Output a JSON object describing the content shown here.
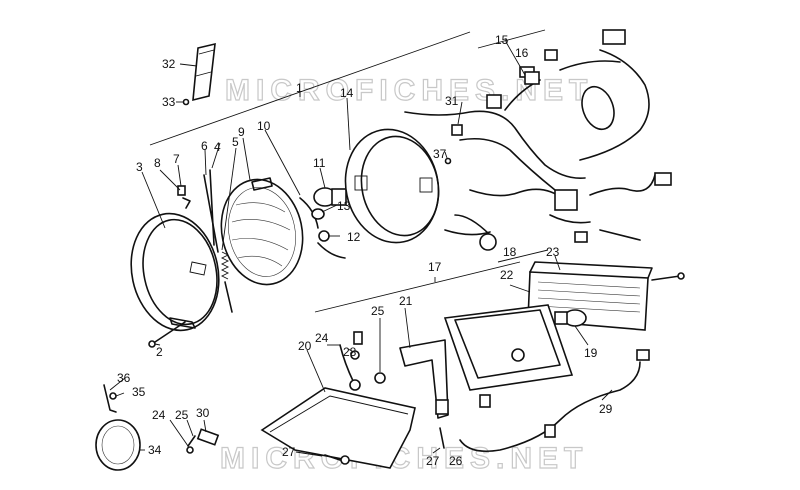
{
  "diagram": {
    "watermarks": [
      "MICROFICHES.NET",
      "MICROFICHES.NET"
    ],
    "callouts": [
      {
        "id": "c1",
        "text": "1"
      },
      {
        "id": "c2",
        "text": "2"
      },
      {
        "id": "c3",
        "text": "3"
      },
      {
        "id": "c4",
        "text": "4"
      },
      {
        "id": "c5",
        "text": "5"
      },
      {
        "id": "c6",
        "text": "6"
      },
      {
        "id": "c7",
        "text": "7"
      },
      {
        "id": "c8",
        "text": "8"
      },
      {
        "id": "c9",
        "text": "9"
      },
      {
        "id": "c10",
        "text": "10"
      },
      {
        "id": "c11",
        "text": "11"
      },
      {
        "id": "c12",
        "text": "12"
      },
      {
        "id": "c13",
        "text": "13"
      },
      {
        "id": "c14",
        "text": "14"
      },
      {
        "id": "c15",
        "text": "15"
      },
      {
        "id": "c16",
        "text": "16"
      },
      {
        "id": "c17",
        "text": "17"
      },
      {
        "id": "c18",
        "text": "18"
      },
      {
        "id": "c19",
        "text": "19"
      },
      {
        "id": "c20",
        "text": "20"
      },
      {
        "id": "c21",
        "text": "21"
      },
      {
        "id": "c22",
        "text": "22"
      },
      {
        "id": "c23",
        "text": "23"
      },
      {
        "id": "c24a",
        "text": "24"
      },
      {
        "id": "c24b",
        "text": "24"
      },
      {
        "id": "c25a",
        "text": "25"
      },
      {
        "id": "c25b",
        "text": "25"
      },
      {
        "id": "c26",
        "text": "26"
      },
      {
        "id": "c27a",
        "text": "27"
      },
      {
        "id": "c27b",
        "text": "27"
      },
      {
        "id": "c28",
        "text": "28"
      },
      {
        "id": "c29",
        "text": "29"
      },
      {
        "id": "c30",
        "text": "30"
      },
      {
        "id": "c31",
        "text": "31"
      },
      {
        "id": "c32",
        "text": "32"
      },
      {
        "id": "c33",
        "text": "33"
      },
      {
        "id": "c34",
        "text": "34"
      },
      {
        "id": "c35",
        "text": "35"
      },
      {
        "id": "c36",
        "text": "36"
      },
      {
        "id": "c37",
        "text": "37"
      }
    ]
  }
}
